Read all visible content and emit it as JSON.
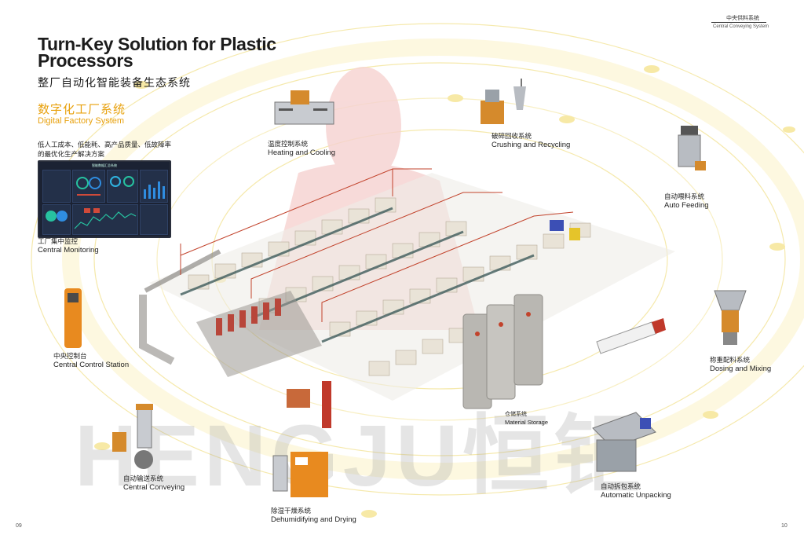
{
  "header": {
    "cn": "中央供料系统",
    "en": "Central Conveying System"
  },
  "title": "Turn-Key Solution for Plastic Processors",
  "subtitle": "整厂自动化智能装备生态系统",
  "digital_factory": {
    "cn": "数字化工厂系统",
    "en": "Digital Factory System"
  },
  "description": "低人工成本、低能耗、高产品质量、低故障率的最优化生产解决方案",
  "monitor_title": "智能数据汇总系统",
  "watermark": "HENGJU恒钜",
  "labels": {
    "central_monitoring": {
      "cn": "工厂集中监控",
      "en": "Central Monitoring"
    },
    "central_control": {
      "cn": "中央控制台",
      "en": "Central Control Station"
    },
    "heating_cooling": {
      "cn": "温度控制系统",
      "en": "Heating and Cooling"
    },
    "crushing": {
      "cn": "破碎回收系统",
      "en": "Crushing and Recycling"
    },
    "auto_feeding": {
      "cn": "自动喂料系统",
      "en": "Auto Feeding"
    },
    "dosing": {
      "cn": "称重配料系统",
      "en": "Dosing and Mixing"
    },
    "material_storage": {
      "cn": "仓储系统",
      "en": "Material Storage"
    },
    "unpacking": {
      "cn": "自动拆包系统",
      "en": "Automatic Unpacking"
    },
    "conveying": {
      "cn": "自动输送系统",
      "en": "Central Conveying"
    },
    "drying": {
      "cn": "除湿干燥系统",
      "en": "Dehumidifying and Drying"
    }
  },
  "page_left": "09",
  "page_right": "10",
  "colors": {
    "accent": "#e8a10e",
    "machine": "#e9e3d7",
    "frame": "#c2432c",
    "silo": "#b9b7b2"
  }
}
